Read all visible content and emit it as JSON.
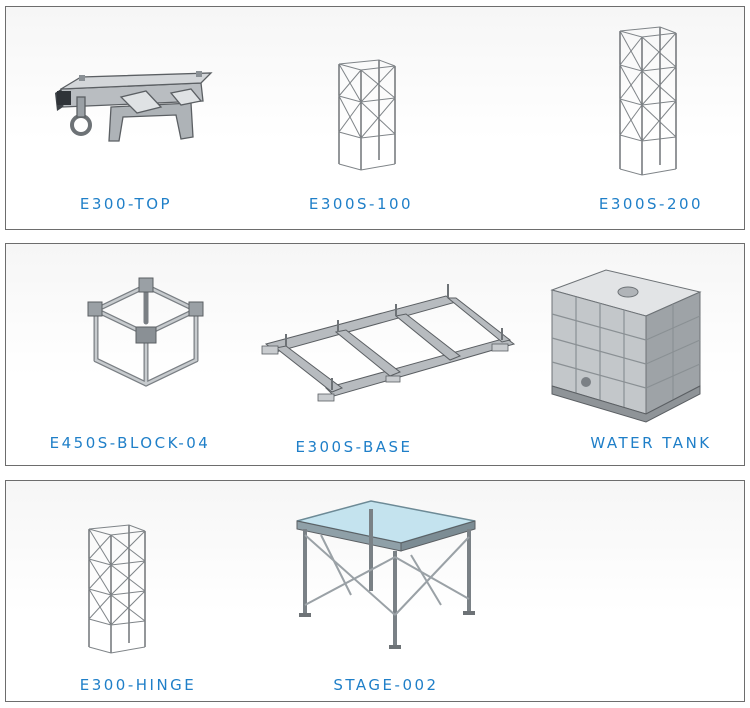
{
  "products": [
    {
      "label": "E300-TOP",
      "icon": "truss-top-icon"
    },
    {
      "label": "E300S-100",
      "icon": "truss-section-100-icon"
    },
    {
      "label": "E300S-200",
      "icon": "truss-section-200-icon"
    },
    {
      "label": "E450S-BLOCK-04",
      "icon": "truss-block-icon"
    },
    {
      "label": "E300S-BASE",
      "icon": "truss-base-icon"
    },
    {
      "label": "WATER TANK",
      "icon": "water-tank-icon"
    },
    {
      "label": "E300-HINGE",
      "icon": "truss-hinge-icon"
    },
    {
      "label": "STAGE-002",
      "icon": "stage-platform-icon"
    }
  ],
  "colors": {
    "label": "#1f7fc8",
    "border": "#6d6d6d",
    "metal": "#a8adb2"
  }
}
